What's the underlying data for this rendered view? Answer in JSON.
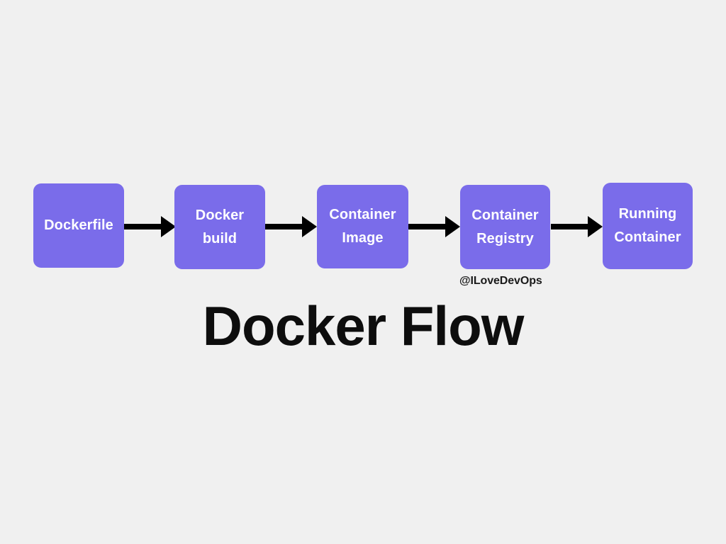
{
  "background_color": "#f0f0f0",
  "title": "Docker Flow",
  "watermark": "@ILoveDevOps",
  "colors": {
    "node_fill": "#7a6cea",
    "node_text": "#ffffff",
    "arrow": "#000000",
    "title_text": "#0d0d0d",
    "background": "#f0f0f0"
  },
  "diagram": {
    "type": "flow",
    "orientation": "left-to-right",
    "nodes": [
      {
        "id": "dockerfile",
        "label": "Dockerfile"
      },
      {
        "id": "docker-build",
        "label": "Docker\nbuild"
      },
      {
        "id": "container-image",
        "label": "Container\nImage"
      },
      {
        "id": "container-registry",
        "label": "Container\nRegistry"
      },
      {
        "id": "running-container",
        "label": "Running\nContainer"
      }
    ],
    "connectors": [
      {
        "id": "arrow-1",
        "from": "dockerfile",
        "to": "docker-build",
        "kind": "arrow-right"
      },
      {
        "id": "arrow-2",
        "from": "docker-build",
        "to": "container-image",
        "kind": "arrow-right"
      },
      {
        "id": "arrow-3",
        "from": "container-image",
        "to": "container-registry",
        "kind": "arrow-right"
      },
      {
        "id": "arrow-4",
        "from": "container-registry",
        "to": "running-container",
        "kind": "arrow-right"
      }
    ]
  }
}
